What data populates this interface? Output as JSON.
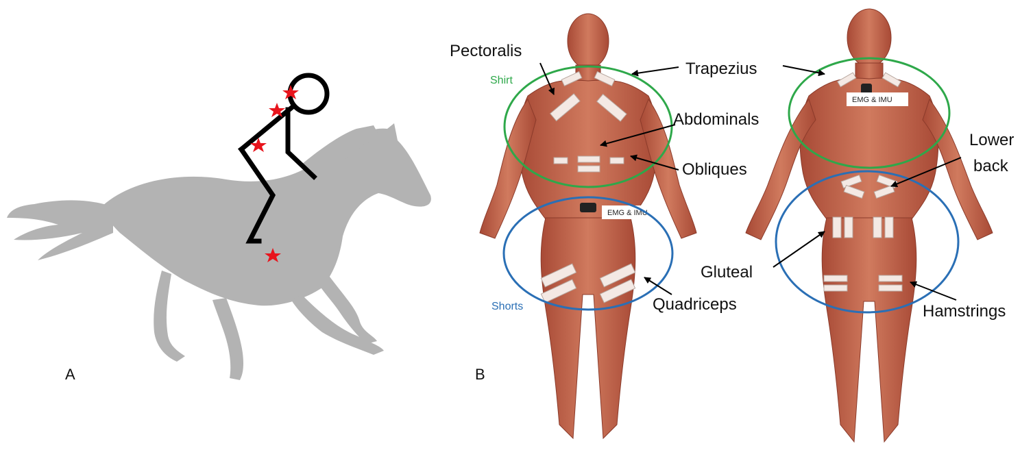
{
  "panels": {
    "a": "A",
    "b": "B"
  },
  "rings": {
    "shirt": "Shirt",
    "shorts": "Shorts"
  },
  "sensor_tag": "EMG & IMU",
  "labels": {
    "pectoralis": "Pectoralis",
    "trapezius": "Trapezius",
    "abdominals": "Abdominals",
    "obliques": "Obliques",
    "quadriceps": "Quadriceps",
    "lower_back_1": "Lower",
    "lower_back_2": "back",
    "gluteal": "Gluteal",
    "hamstrings": "Hamstrings"
  },
  "colors": {
    "horse": "#b3b3b3",
    "rider": "#000000",
    "star": "#e8141c",
    "shirt": "#2ea84a",
    "shorts": "#2a6fb5",
    "skin": "#c06048",
    "electrode": "#f4e9e4"
  }
}
